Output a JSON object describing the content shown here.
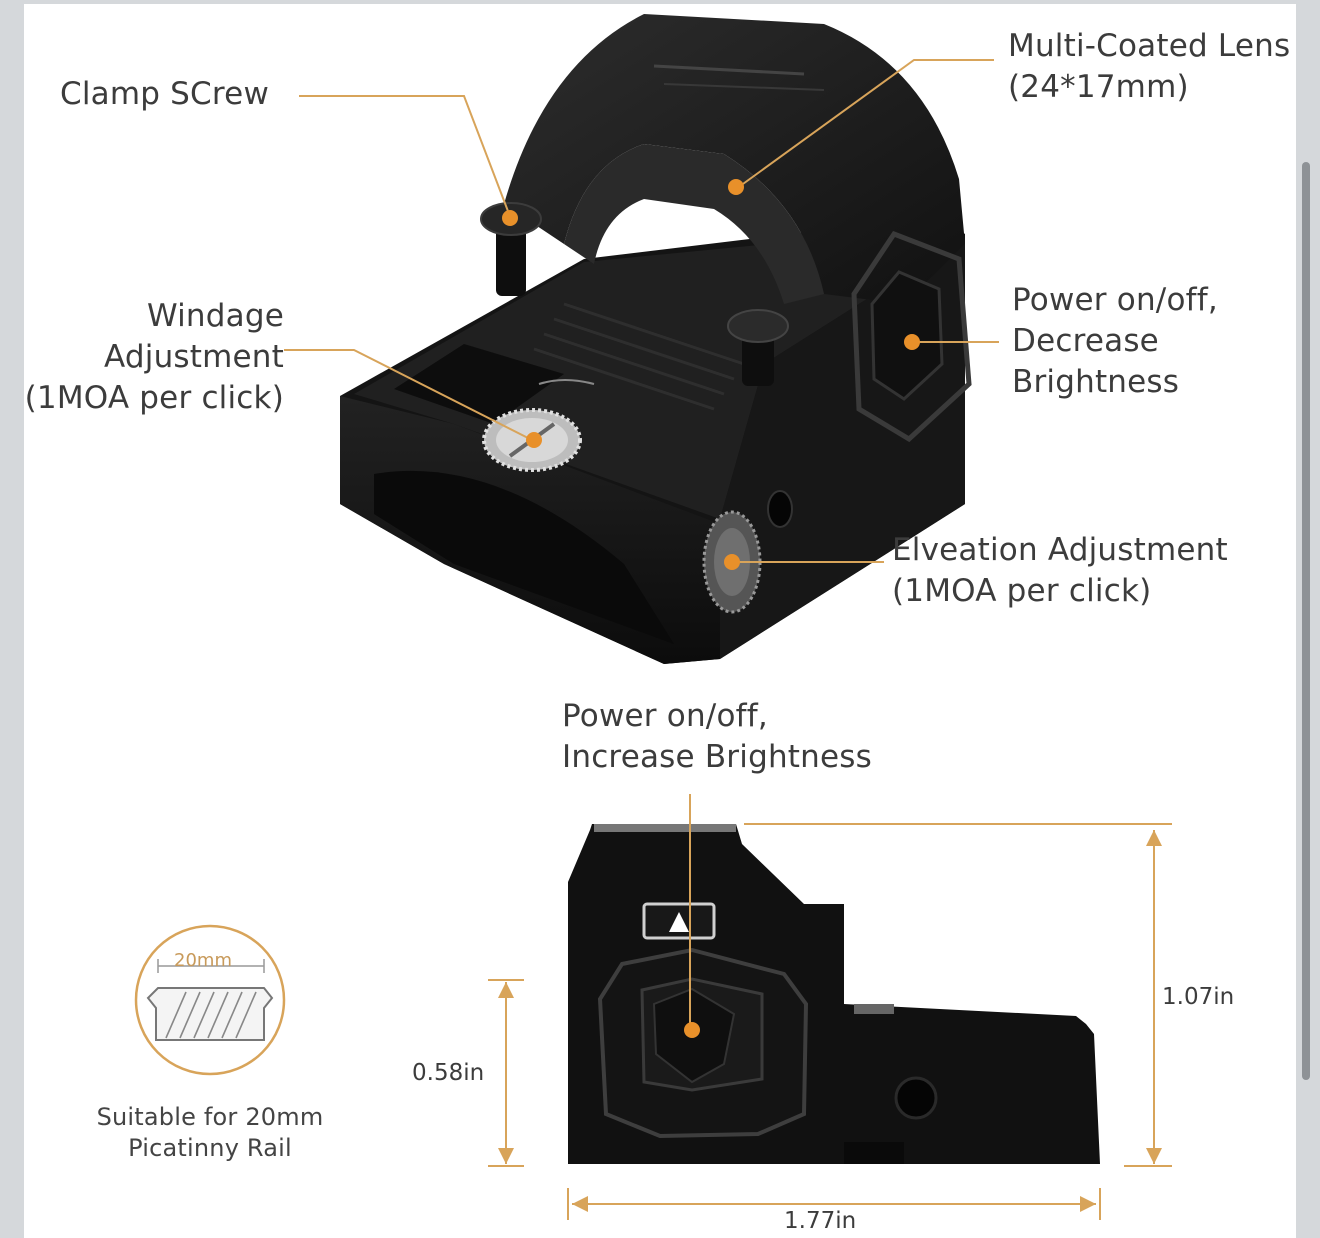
{
  "labels": {
    "clamp_screw": "Clamp SCrew",
    "lens": [
      "Multi-Coated Lens",
      "(24*17mm)"
    ],
    "windage": [
      "Windage",
      "Adjustment",
      "(1MOA per click)"
    ],
    "power_decrease": [
      "Power on/off,",
      "Decrease",
      "Brightness"
    ],
    "elevation": [
      "Elveation Adjustment",
      "(1MOA per click)"
    ],
    "power_increase": [
      "Power on/off,",
      "Increase Brightness"
    ],
    "rail": [
      "Suitable for 20mm",
      "Picatinny Rail"
    ],
    "rail_width": "20mm"
  },
  "dimensions": {
    "height_total": "1.07in",
    "height_lower": "0.58in",
    "length": "1.77in"
  },
  "colors": {
    "accent": "#e8902a",
    "body": "#1b1b1b",
    "label_text": "#3c3c3c",
    "leader_line": "#d8a45a"
  }
}
